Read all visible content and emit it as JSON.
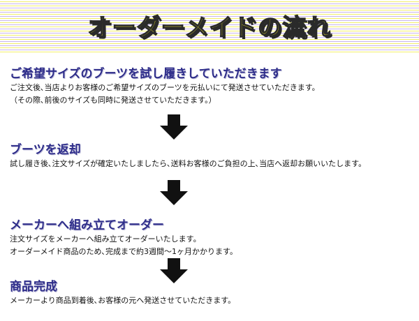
{
  "title": "オーダーメイドの流れ",
  "steps": [
    {
      "heading": "ご希望サイズのブーツを試し履きしていただきます",
      "lines": [
        "ご注文後､当店よりお客様のご希望サイズのブーツを元払いにて発送させていただきます。",
        "（その際､前後のサイズも同時に発送させていただきます。）"
      ]
    },
    {
      "heading": "ブーツを返却",
      "lines": [
        "試し履き後､注文サイズが確定いたしましたら､送料お客様のご負担の上､当店へ返却お願いいたします。"
      ]
    },
    {
      "heading": "メーカーへ組み立てオーダー",
      "lines": [
        "注文サイズをメーカーへ組み立てオーダーいたします。",
        "オーダーメイド商品のため､完成まで約3週間～1ヶ月かかります。"
      ]
    },
    {
      "heading": "商品完成",
      "lines": [
        "メーカーより商品到着後､お客様の元へ発送させていただきます。"
      ]
    }
  ],
  "icons": {
    "arrow": "down-arrow-icon"
  },
  "colors": {
    "title_fill": "#f4ea2a",
    "heading": "#2e2d8a",
    "arrow": "#111111"
  }
}
